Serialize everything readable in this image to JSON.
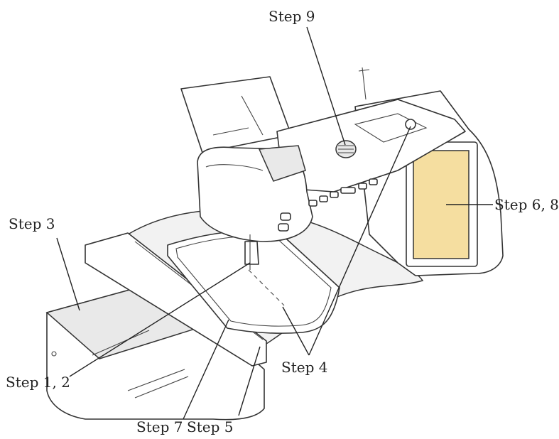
{
  "labels": {
    "step9": "Step 9",
    "step3": "Step 3",
    "step68": "Step 6, 8",
    "step12": "Step 1, 2",
    "step4": "Step 4",
    "step7": "Step 7",
    "step5": "Step 5"
  },
  "colors": {
    "screen": "#f5dea0",
    "line": "#222222"
  }
}
